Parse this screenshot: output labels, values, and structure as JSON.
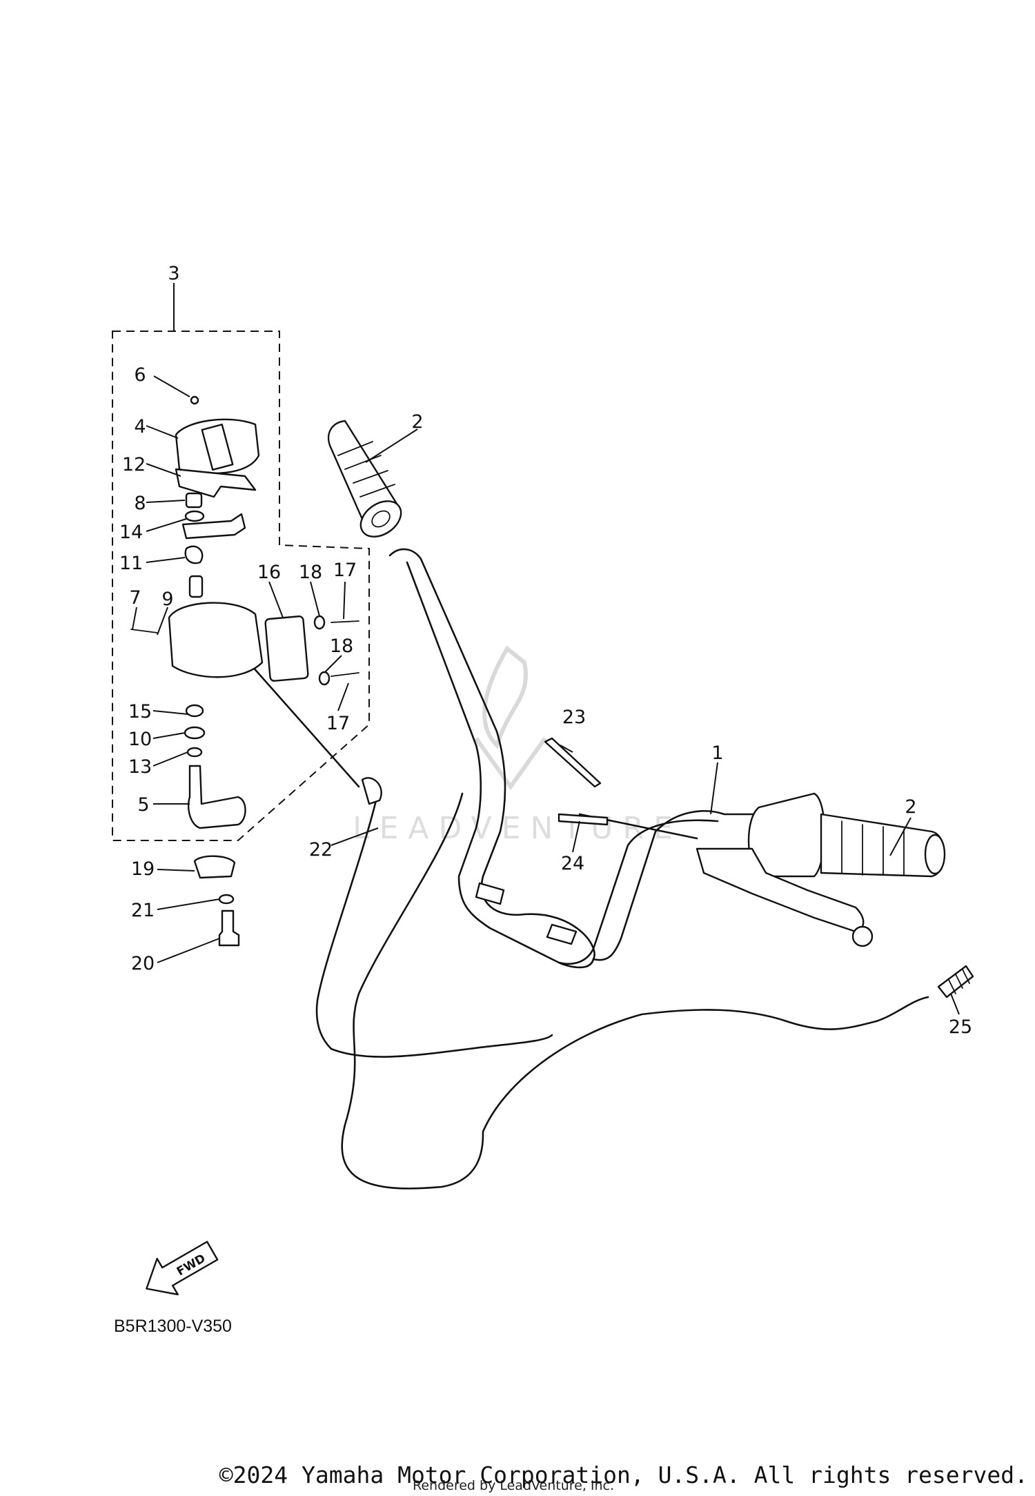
{
  "diagram": {
    "callouts": [
      "1",
      "2",
      "2",
      "3",
      "4",
      "5",
      "6",
      "7",
      "8",
      "9",
      "10",
      "11",
      "12",
      "13",
      "14",
      "15",
      "16",
      "17",
      "17",
      "18",
      "18",
      "19",
      "20",
      "21",
      "22",
      "23",
      "24",
      "25"
    ],
    "direction_label": "FWD",
    "diagram_code": "B5R1300-V350",
    "watermark": "LEADVENTURE"
  },
  "footer": {
    "copyright": "©2024 Yamaha Motor Corporation, U.S.A. All rights reserved.",
    "rendered_by": "Rendered by LeadVenture, Inc."
  }
}
